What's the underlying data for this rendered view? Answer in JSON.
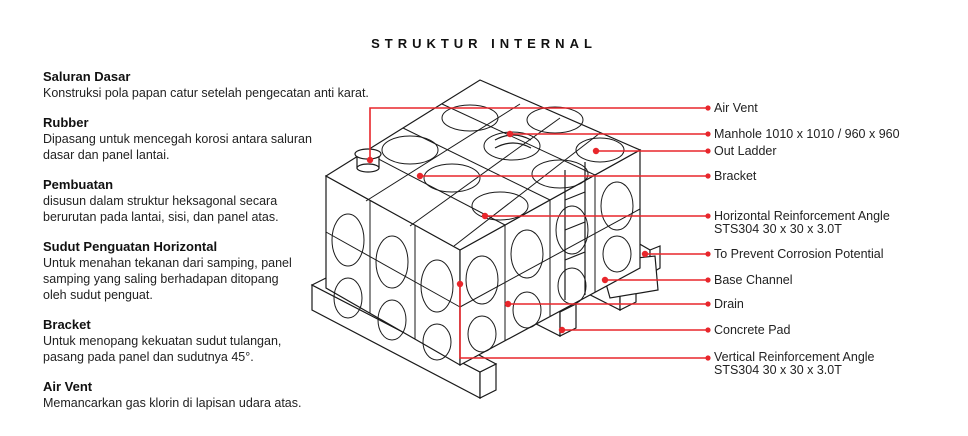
{
  "title": "STRUKTUR INTERNAL",
  "descriptions": [
    {
      "title": "Saluran Dasar",
      "text": "Konstruksi pola papan catur setelah pengecatan anti karat."
    },
    {
      "title": "Rubber",
      "text": "Dipasang untuk mencegah korosi antara saluran dasar dan panel lantai."
    },
    {
      "title": "Pembuatan",
      "text": "disusun dalam struktur heksagonal secara berurutan pada lantai, sisi, dan panel atas."
    },
    {
      "title": "Sudut Penguatan Horizontal",
      "text": "Untuk menahan tekanan dari samping, panel samping yang saling berhadapan ditopang oleh sudut penguat."
    },
    {
      "title": "Bracket",
      "text": "Untuk menopang kekuatan sudut tulangan, pasang pada panel dan sudutnya 45°."
    },
    {
      "title": "Air Vent",
      "text": "Memancarkan gas klorin di lapisan udara atas."
    }
  ],
  "callouts": [
    {
      "line1": "Air Vent",
      "line2": ""
    },
    {
      "line1": "Manhole 1010 x 1010 / 960 x 960",
      "line2": ""
    },
    {
      "line1": "Out Ladder",
      "line2": ""
    },
    {
      "line1": "Bracket",
      "line2": ""
    },
    {
      "line1": "Horizontal Reinforcement Angle",
      "line2": "STS304 30 x 30 x 3.0T"
    },
    {
      "line1": "To Prevent Corrosion Potential",
      "line2": ""
    },
    {
      "line1": "Base Channel",
      "line2": ""
    },
    {
      "line1": "Drain",
      "line2": ""
    },
    {
      "line1": "Concrete Pad",
      "line2": ""
    },
    {
      "line1": "Vertical Reinforcement Angle",
      "line2": "STS304 30 x 30 x 3.0T"
    }
  ],
  "colors": {
    "callout": "#e8262b",
    "line_art": "#1a1a1a"
  }
}
